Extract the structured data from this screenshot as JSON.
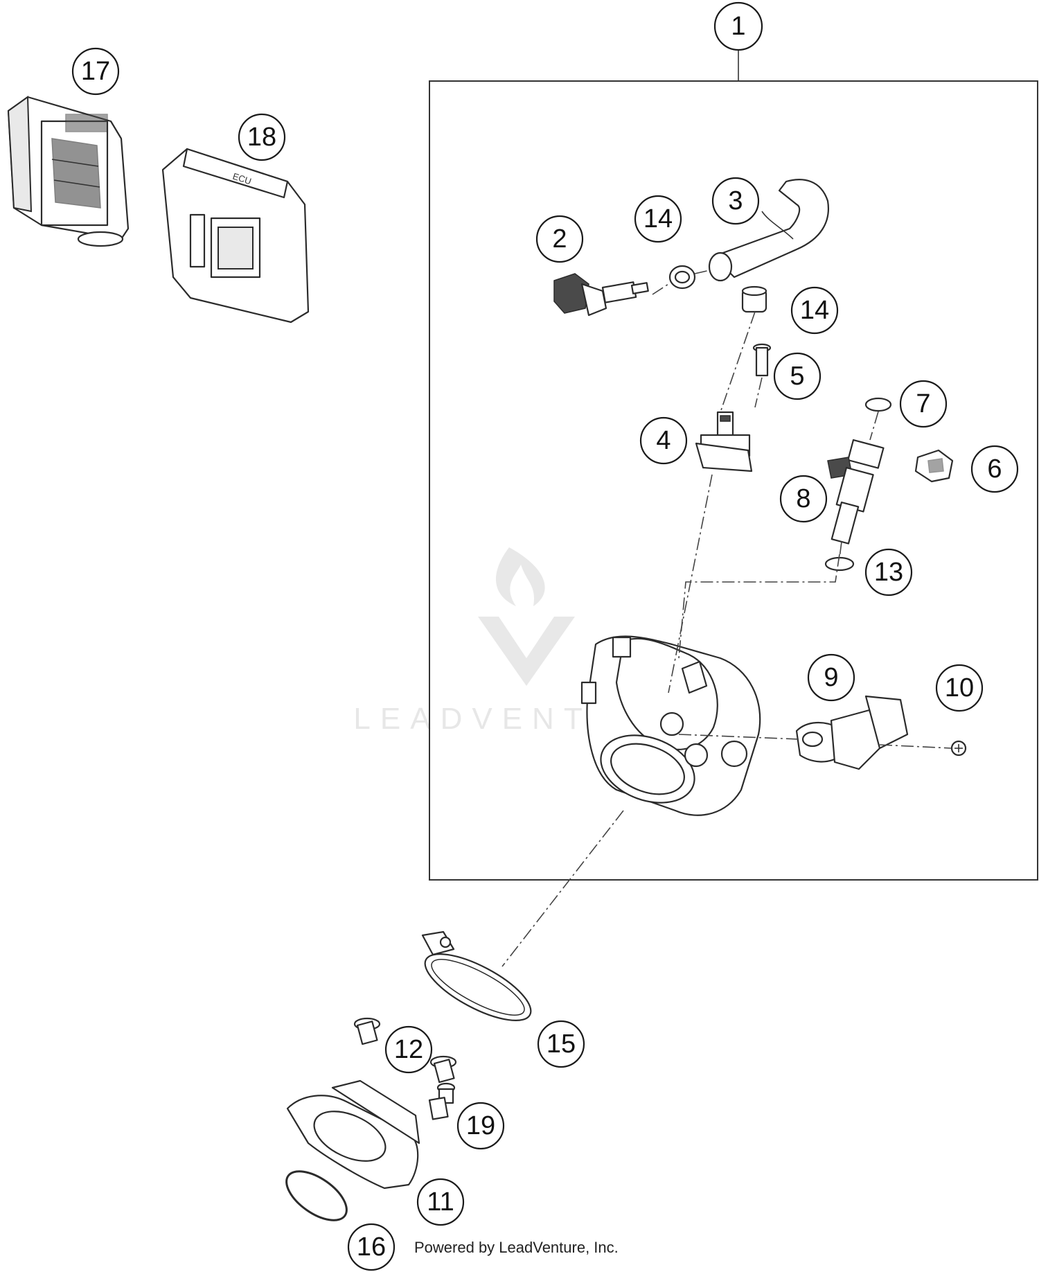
{
  "diagram": {
    "callouts": [
      "1",
      "2",
      "3",
      "4",
      "5",
      "6",
      "7",
      "8",
      "9",
      "10",
      "11",
      "12",
      "13",
      "14",
      "14",
      "15",
      "16",
      "17",
      "18",
      "19"
    ],
    "watermark": "LEADVENTURE",
    "module_label": "ECU",
    "credit": "Powered by LeadVenture, Inc."
  }
}
